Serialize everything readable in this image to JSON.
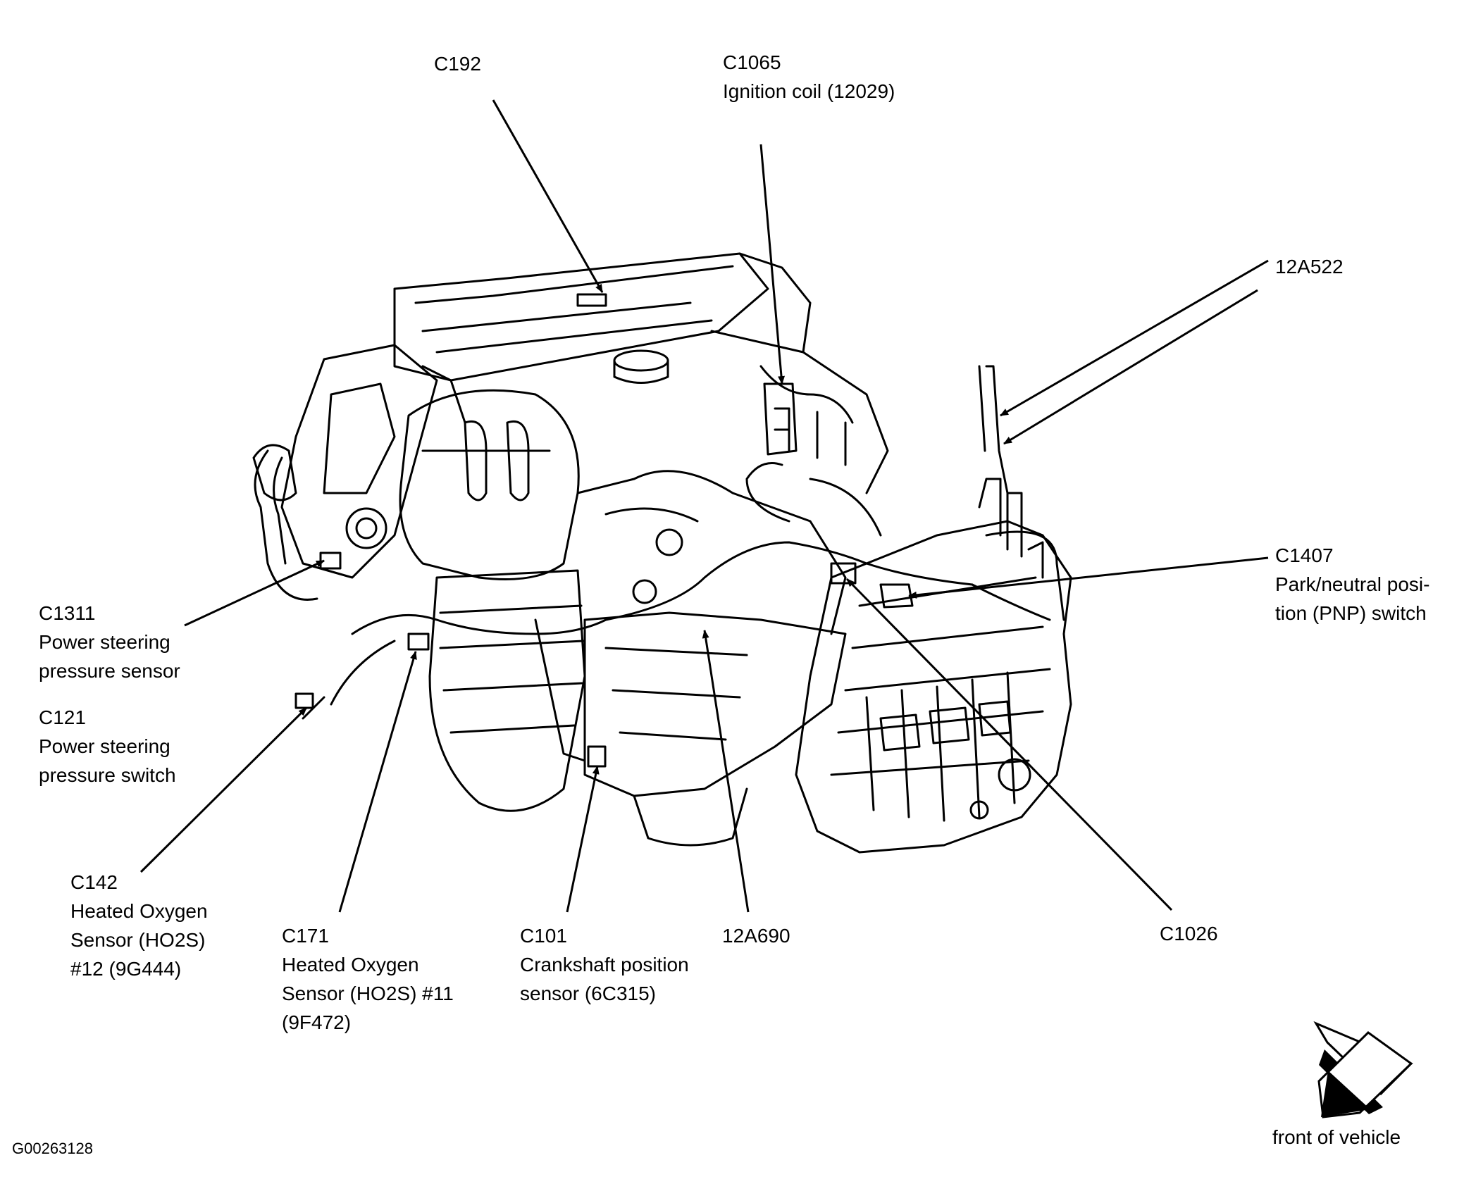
{
  "callouts": {
    "c192": {
      "code": "C192"
    },
    "c1065": {
      "code": "C1065",
      "desc": "Ignition coil (12029)"
    },
    "a12a522": {
      "code": "12A522"
    },
    "c1407": {
      "code": "C1407",
      "line1": "Park/neutral posi-",
      "line2": "tion (PNP) switch"
    },
    "c1311": {
      "code": "C1311",
      "line1": "Power steering",
      "line2": "pressure sensor"
    },
    "c121": {
      "code": "C121",
      "line1": "Power steering",
      "line2": "pressure switch"
    },
    "c142": {
      "code": "C142",
      "line1": "Heated Oxygen",
      "line2": "Sensor (HO2S)",
      "line3": "#12 (9G444)"
    },
    "c171": {
      "code": "C171",
      "line1": "Heated Oxygen",
      "line2": "Sensor (HO2S) #11",
      "line3": "(9F472)"
    },
    "c101": {
      "code": "C101",
      "line1": "Crankshaft position",
      "line2": "sensor (6C315)"
    },
    "a12a690": {
      "code": "12A690"
    },
    "c1026": {
      "code": "C1026"
    }
  },
  "orientation": {
    "label": "front of vehicle"
  },
  "figure_id": "G00263128",
  "colors": {
    "ink": "#000000",
    "background": "#ffffff"
  }
}
